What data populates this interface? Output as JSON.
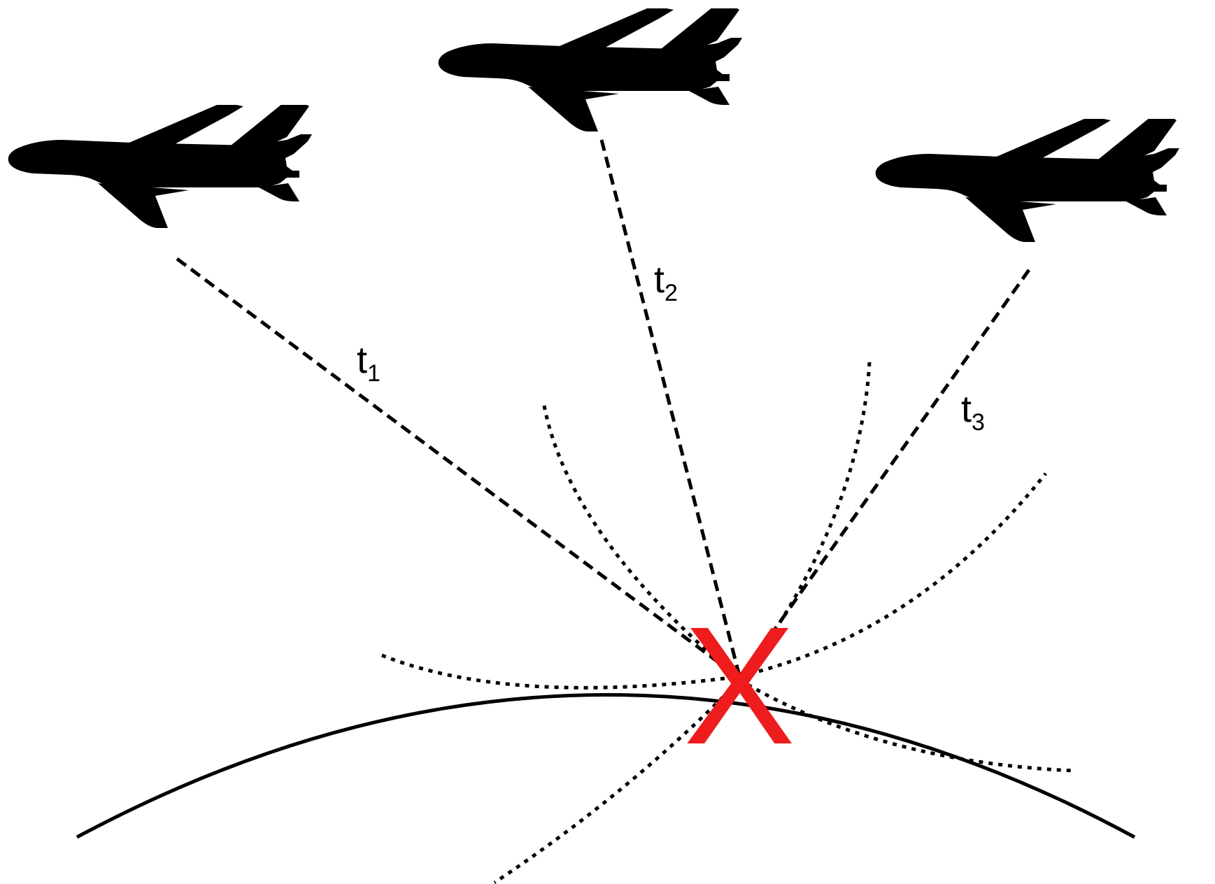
{
  "colors": {
    "ink": "#000000",
    "marker": "#ee1c1c",
    "background": "#ffffff"
  },
  "icons": {
    "aircraft": "airplane-silhouette-icon",
    "intersection": "red-x-mark"
  },
  "labels": [
    {
      "main": "t",
      "sub": "1"
    },
    {
      "main": "t",
      "sub": "2"
    },
    {
      "main": "t",
      "sub": "3"
    }
  ],
  "marker": {
    "text": "X"
  }
}
